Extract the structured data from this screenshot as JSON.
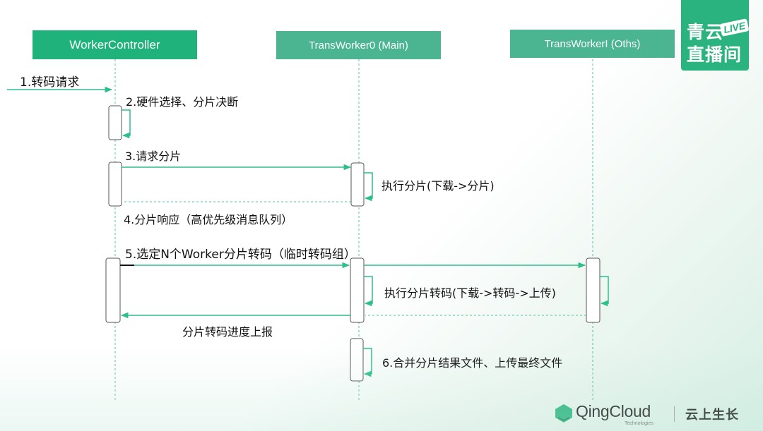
{
  "lanes": [
    "WorkerController",
    "TransWorker0 (Main)",
    "TransWorkerI (Oths)"
  ],
  "messages": {
    "m1": "1.转码请求",
    "m2": "2.硬件选择、分片决断",
    "m3": "3.请求分片",
    "m4": "4.分片响应（高优先级消息队列）",
    "m5": "5.选定N个Worker分片转码（临时转码组）",
    "m6": "分片转码进度上报",
    "m7": "6.合并分片结果文件、上传最终文件"
  },
  "notes": {
    "n1": "执行分片(下载->分片)",
    "n2": "执行分片转码(下载->转码->上传)"
  },
  "logo": {
    "line1": "青云",
    "line2": "直播间",
    "badge": "LIVE"
  },
  "brand": {
    "name": "QingCloud",
    "sub": "Technologies",
    "slogan": "云上生长"
  },
  "colors": {
    "accent": "#1fb27a",
    "lane_box": "#4ab590",
    "arrow": "#2cbf8a",
    "lifeline": "#4fc3a1"
  }
}
